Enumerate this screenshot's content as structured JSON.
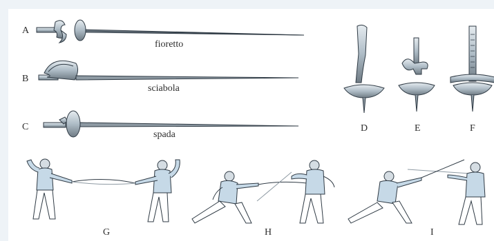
{
  "labels": {
    "a": "A",
    "b": "B",
    "c": "C",
    "d": "D",
    "e": "E",
    "f": "F",
    "g": "G",
    "h": "H",
    "i": "I"
  },
  "captions": {
    "foil": "fioretto",
    "sabre": "sciabola",
    "epee": "spada"
  },
  "colors": {
    "background": "#eef3f7",
    "panel": "#ffffff",
    "metal": "#b9c6cf",
    "metal_dark": "#5c6770",
    "jacket": "#c6d9e7",
    "outline": "#2f3a44"
  }
}
